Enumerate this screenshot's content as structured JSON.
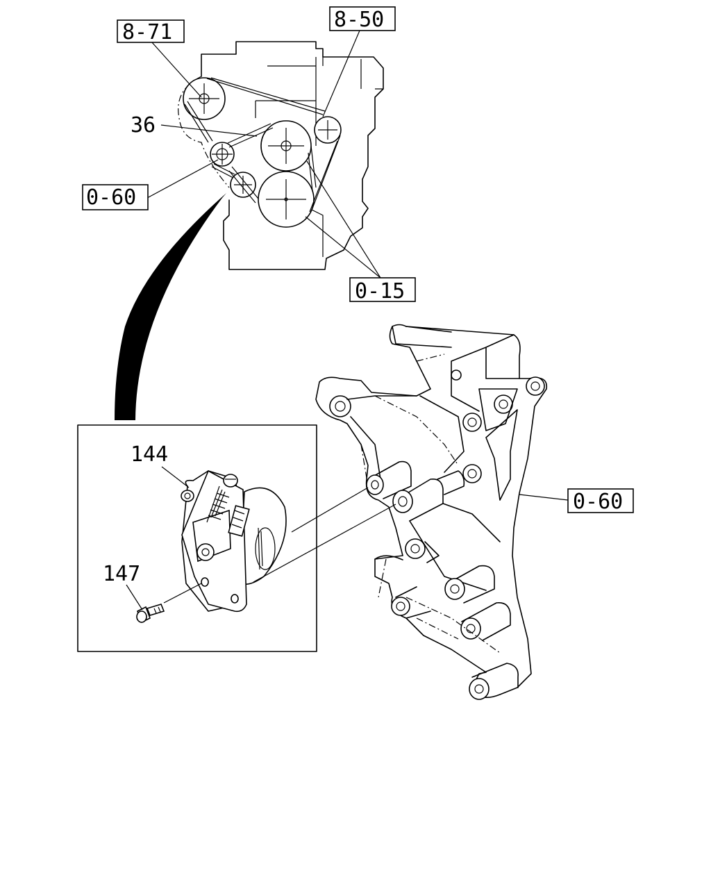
{
  "callouts": {
    "ref_8_71": "8-71",
    "ref_8_50": "8-50",
    "ref_0_60_top": "0-60",
    "ref_0_15": "0-15",
    "ref_0_60_bracket": "0-60"
  },
  "parts": {
    "belt": "36",
    "tensioner": "144",
    "bolt": "147"
  }
}
